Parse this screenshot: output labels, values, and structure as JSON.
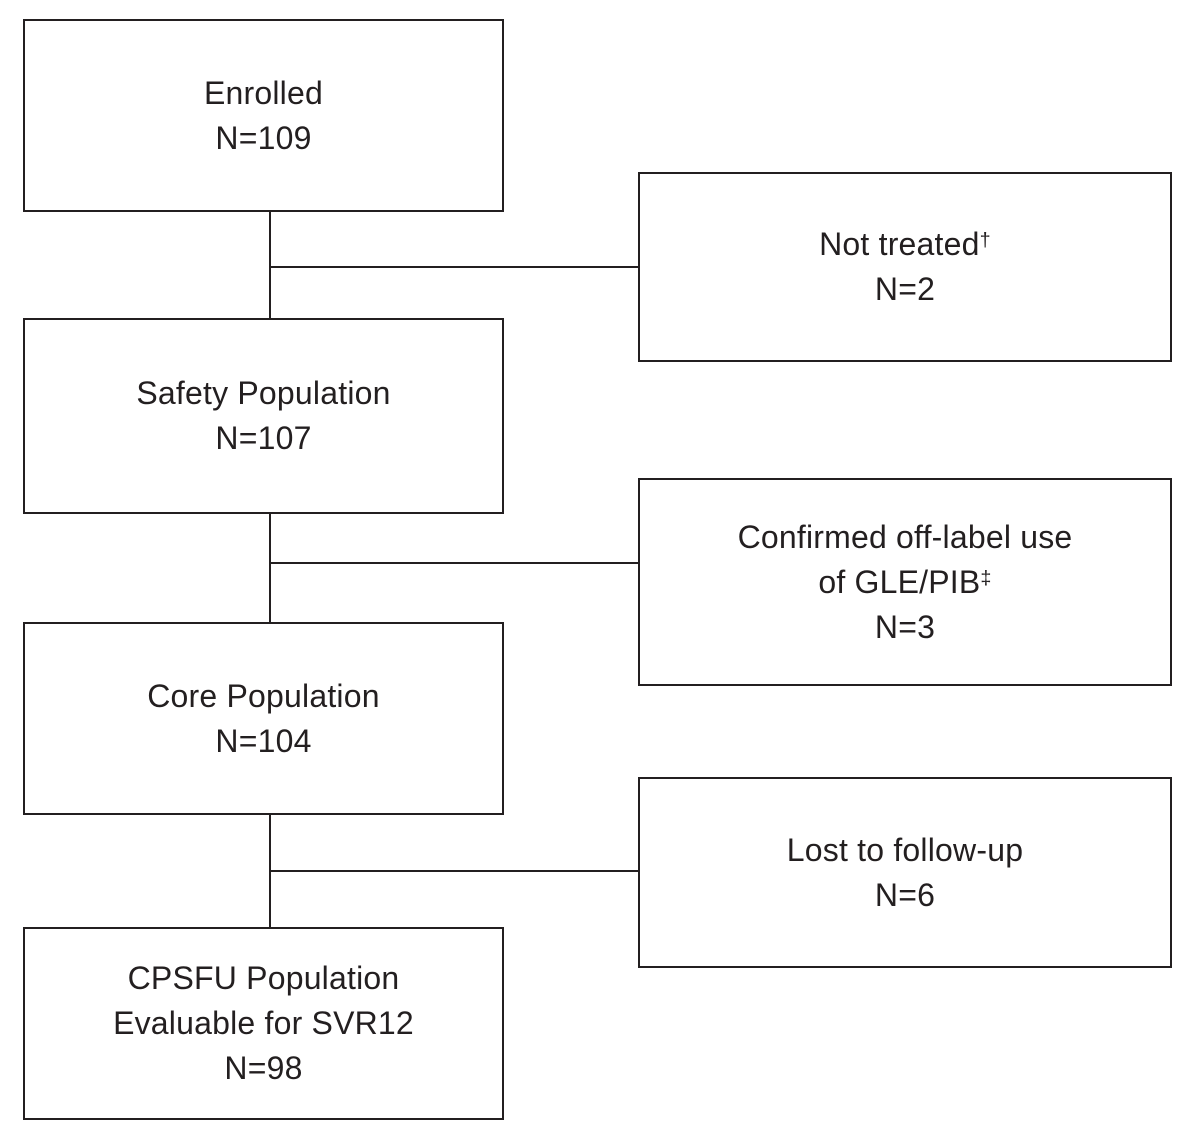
{
  "diagram": {
    "type": "patient-disposition-flowchart",
    "colors": {
      "line": "#231f20",
      "box_fill": "#ffffff",
      "background": "#ffffff"
    },
    "main_boxes": [
      {
        "name": "enrolled",
        "lines": [
          {
            "text": "Enrolled"
          },
          {
            "text": "N=109"
          }
        ]
      },
      {
        "name": "safety-population",
        "lines": [
          {
            "text": "Safety Population"
          },
          {
            "text": "N=107"
          }
        ]
      },
      {
        "name": "core-population",
        "lines": [
          {
            "text": "Core Population"
          },
          {
            "text": "N=104"
          }
        ]
      },
      {
        "name": "cpsfu-population",
        "lines": [
          {
            "text": "CPSFU Population"
          },
          {
            "text": "Evaluable for SVR12"
          },
          {
            "text": "N=98"
          }
        ]
      }
    ],
    "side_boxes": [
      {
        "name": "not-treated",
        "lines": [
          {
            "text": "Not treated",
            "sup": "†"
          },
          {
            "text": "N=2"
          }
        ]
      },
      {
        "name": "confirmed-off-label-use",
        "lines": [
          {
            "text": "Confirmed off-label use"
          },
          {
            "text": "of GLE/PIB",
            "sup": "‡"
          },
          {
            "text": "N=3"
          }
        ]
      },
      {
        "name": "lost-to-follow-up",
        "lines": [
          {
            "text": "Lost to follow-up"
          },
          {
            "text": "N=6"
          }
        ]
      }
    ]
  }
}
